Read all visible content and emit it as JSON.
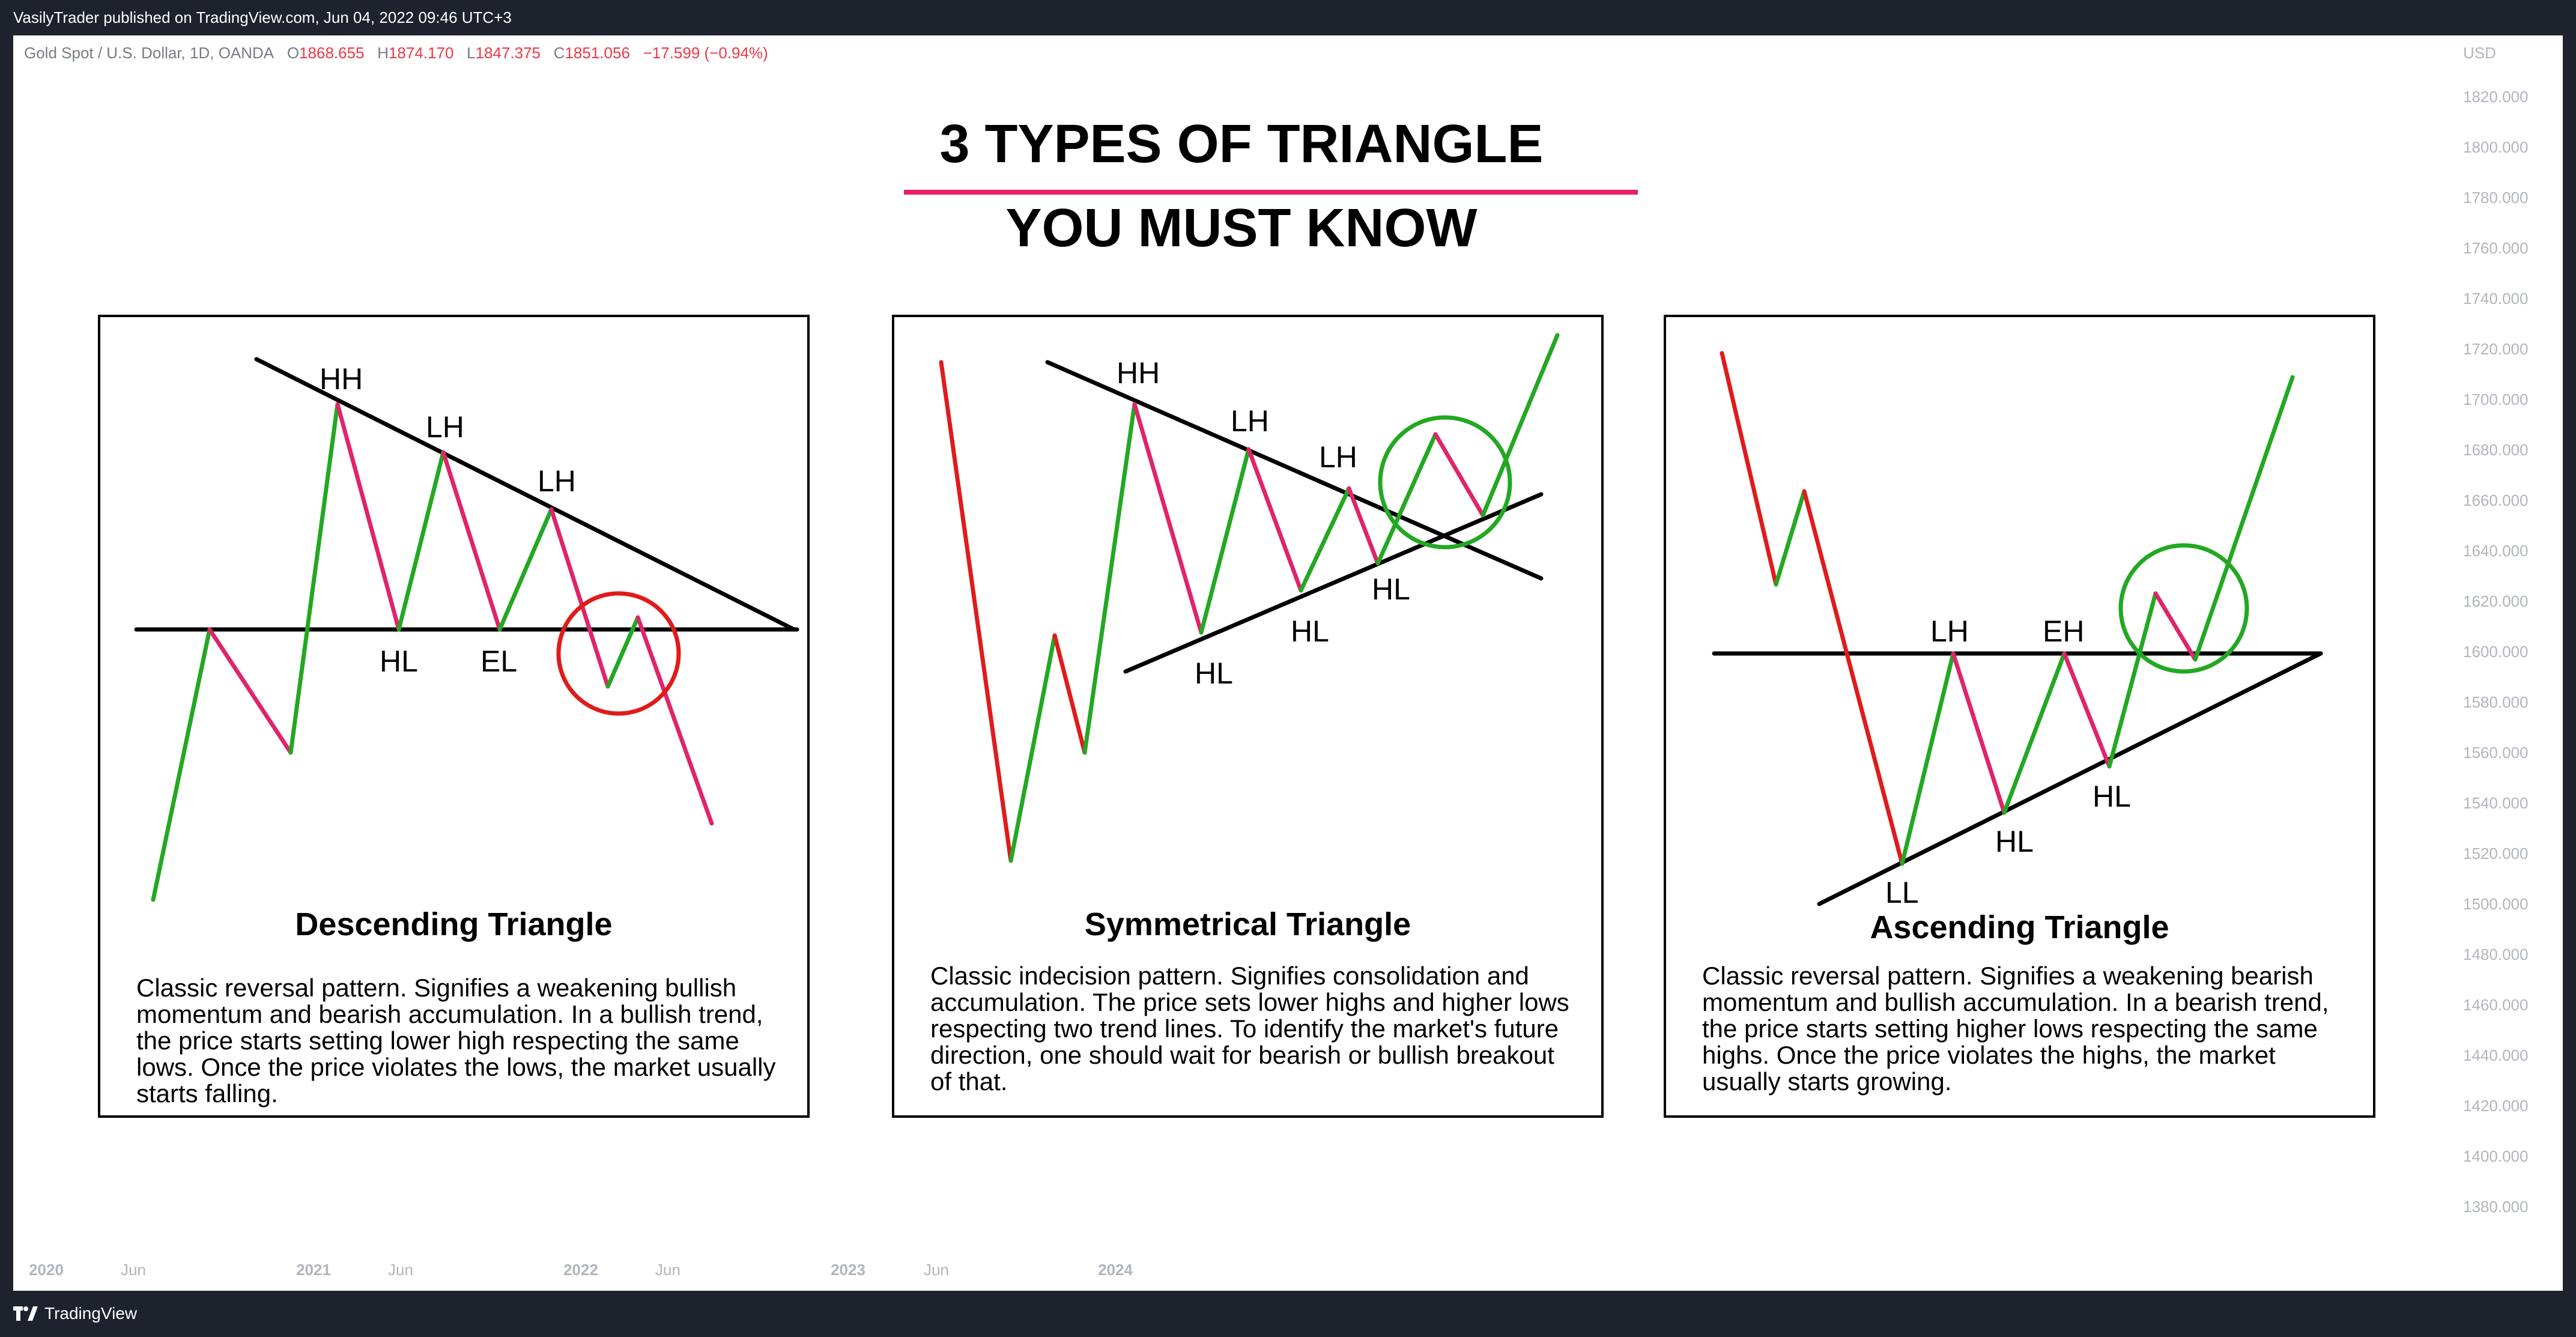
{
  "header": {
    "publisher_text": "VasilyTrader published on TradingView.com, Jun 04, 2022 09:46 UTC+3"
  },
  "symbol": {
    "name": "Gold Spot / U.S. Dollar, 1D, OANDA",
    "o_label": "O",
    "o": "1868.655",
    "h_label": "H",
    "h": "1874.170",
    "l_label": "L",
    "l": "1847.375",
    "c_label": "C",
    "c": "1851.056",
    "change": "−17.599 (−0.94%)"
  },
  "yaxis": {
    "currency": "USD",
    "ticks": [
      "1820.000",
      "1800.000",
      "1780.000",
      "1760.000",
      "1740.000",
      "1720.000",
      "1700.000",
      "1680.000",
      "1660.000",
      "1640.000",
      "1620.000",
      "1600.000",
      "1580.000",
      "1560.000",
      "1540.000",
      "1520.000",
      "1500.000",
      "1480.000",
      "1460.000",
      "1440.000",
      "1420.000",
      "1400.000",
      "1380.000"
    ]
  },
  "xaxis": {
    "ticks": [
      {
        "label": "2020",
        "year": true
      },
      {
        "label": "Jun",
        "year": false
      },
      {
        "label": "2021",
        "year": true
      },
      {
        "label": "Jun",
        "year": false
      },
      {
        "label": "2022",
        "year": true
      },
      {
        "label": "Jun",
        "year": false
      },
      {
        "label": "2023",
        "year": true
      },
      {
        "label": "Jun",
        "year": false
      },
      {
        "label": "2024",
        "year": true
      }
    ]
  },
  "title": {
    "line1": "3 TYPES OF TRIANGLE",
    "line2": "YOU MUST KNOW",
    "accent": "#e91e63"
  },
  "colors": {
    "up": "#22a822",
    "down": "#e0246a",
    "down_strong": "#e01b1b",
    "circle_red": "#e01b1b",
    "circle_green": "#22a822"
  },
  "panels": [
    {
      "title": "Descending Triangle",
      "description": "Classic reversal pattern. Signifies a weakening bullish momentum and bearish accumulation. In a bullish trend, the price starts setting lower high respecting the same lows. Once the price violates the lows, the market usually starts falling.",
      "labels": [
        "HH",
        "LH",
        "LH",
        "HL",
        "EL"
      ]
    },
    {
      "title": "Symmetrical Triangle",
      "description": "Classic indecision pattern. Signifies consolidation and accumulation. The price sets lower highs and higher lows respecting two trend lines. To identify the market's future direction, one should wait for bearish or bullish breakout of that.",
      "labels": [
        "HH",
        "LH",
        "LH",
        "HL",
        "HL",
        "HL"
      ]
    },
    {
      "title": "Ascending Triangle",
      "description": "Classic reversal pattern. Signifies a weakening bearish momentum and bullish accumulation. In a bearish trend, the price starts setting higher lows respecting the same highs. Once the price violates the highs, the market usually starts growing.",
      "labels": [
        "LH",
        "EH",
        "HL",
        "HL",
        "LL"
      ]
    }
  ],
  "footer": {
    "brand": "TradingView",
    "logo_icon": "tradingview-logo-icon"
  }
}
